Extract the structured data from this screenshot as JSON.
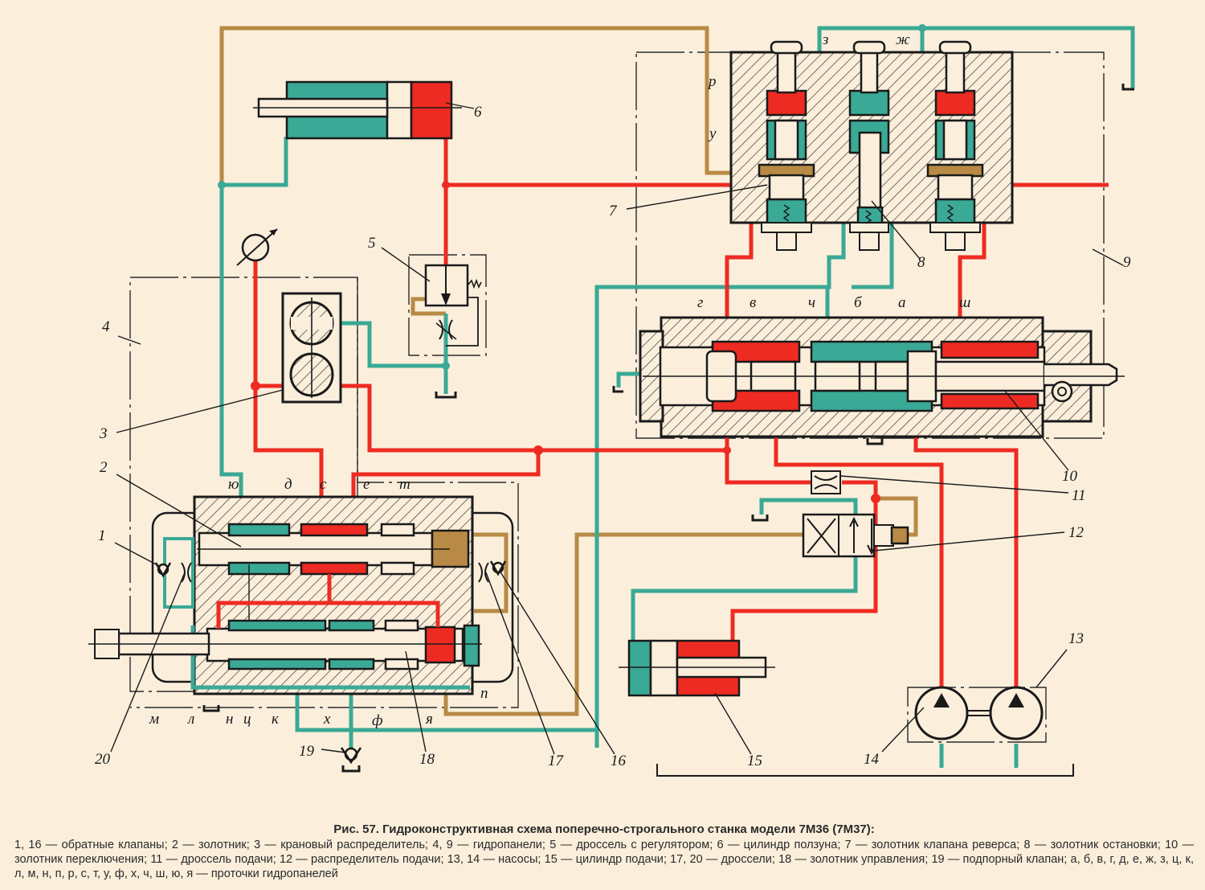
{
  "figure": {
    "title": "Рис. 57. Гидроконструктивная схема поперечно-строгального станка модели 7М36 (7М37):",
    "legend_text": "1, 16 — обратные клапаны; 2 — золотник; 3 — крановый распределитель; 4, 9 — гидропанели; 5 — дроссель с регулятором; 6 — цилиндр ползуна; 7 — золотник клапана реверса; 8 — золотник остановки; 10 — золотник переключения; 11 — дроссель подачи; 12 — распределитель подачи; 13, 14 — насосы; 15 — цилиндр подачи; 17, 20 — дроссели; 18 — золотник управления; 19 — подпорный клапан; а, б, в, г, д, е, ж, з, ц, к, л, м, н, п, р, с, т, у, ф, х, ч, ш, ю, я — проточки гидропанелей",
    "legend": [
      {
        "num": "1, 16",
        "text": "обратные клапаны"
      },
      {
        "num": "2",
        "text": "золотник"
      },
      {
        "num": "3",
        "text": "крановый распределитель"
      },
      {
        "num": "4, 9",
        "text": "гидропанели"
      },
      {
        "num": "5",
        "text": "дроссель с регулятором"
      },
      {
        "num": "6",
        "text": "цилиндр ползуна"
      },
      {
        "num": "7",
        "text": "золотник клапана реверса"
      },
      {
        "num": "8",
        "text": "золотник остановки"
      },
      {
        "num": "10",
        "text": "золотник переключения"
      },
      {
        "num": "11",
        "text": "дроссель подачи"
      },
      {
        "num": "12",
        "text": "распределитель подачи"
      },
      {
        "num": "13, 14",
        "text": "насосы"
      },
      {
        "num": "15",
        "text": "цилиндр подачи"
      },
      {
        "num": "17, 20",
        "text": "дроссели"
      },
      {
        "num": "18",
        "text": "золотник управления"
      },
      {
        "num": "19",
        "text": "подпорный клапан"
      },
      {
        "num": "а, б, в, г, д, е, ж, з, ц, к, л, м, н, п, р, с, т, у, ф, х, ч, ш, ю, я",
        "text": "проточки гидропанелей"
      }
    ]
  },
  "colors": {
    "pressure": "#ee2b22",
    "drain": "#3aa995",
    "control": "#b88a45",
    "paper": "#fbefdc",
    "ink": "#1a1a1a"
  },
  "labels": {
    "n1": "1",
    "n2": "2",
    "n3": "3",
    "n4": "4",
    "n5": "5",
    "n6": "6",
    "n7": "7",
    "n8": "8",
    "n9": "9",
    "n10": "10",
    "n11": "11",
    "n12": "12",
    "n13": "13",
    "n14": "14",
    "n15": "15",
    "n16": "16",
    "n17": "17",
    "n18": "18",
    "n19": "19",
    "n20": "20",
    "yu": "ю",
    "d": "д",
    "s": "с",
    "e": "е",
    "t": "т",
    "m": "м",
    "l": "л",
    "n": "н",
    "ts": "ц",
    "k": "к",
    "kh": "х",
    "f": "ф",
    "ya": "я",
    "p": "п",
    "r": "р",
    "u": "у",
    "z": "з",
    "zh": "ж",
    "g": "г",
    "v": "в",
    "ch": "ч",
    "b": "б",
    "a": "а",
    "sh": "ш"
  }
}
